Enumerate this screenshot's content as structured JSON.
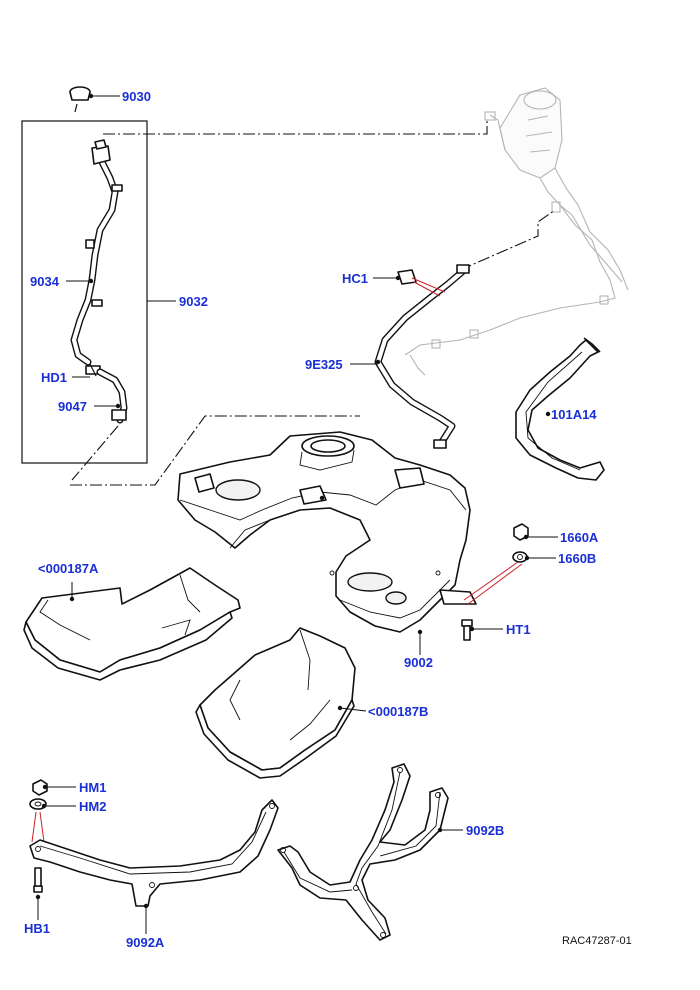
{
  "diagram": {
    "label_color": "#1a2fd6",
    "accent_line_color": "#d0202a",
    "reference": "RAC47287-01",
    "callouts": {
      "c9030": "9030",
      "c9034": "9034",
      "c9032": "9032",
      "cHD1": "HD1",
      "c9047": "9047",
      "cHC1": "HC1",
      "c9E325": "9E325",
      "c101A14": "101A14",
      "c1660A": "1660A",
      "c1660B": "1660B",
      "cHT1": "HT1",
      "c000187A": "<000187A",
      "c9002": "9002",
      "c000187B": "<000187B",
      "cHM1": "HM1",
      "cHM2": "HM2",
      "c9092B": "9092B",
      "cHB1": "HB1",
      "c9092A": "9092A"
    }
  }
}
